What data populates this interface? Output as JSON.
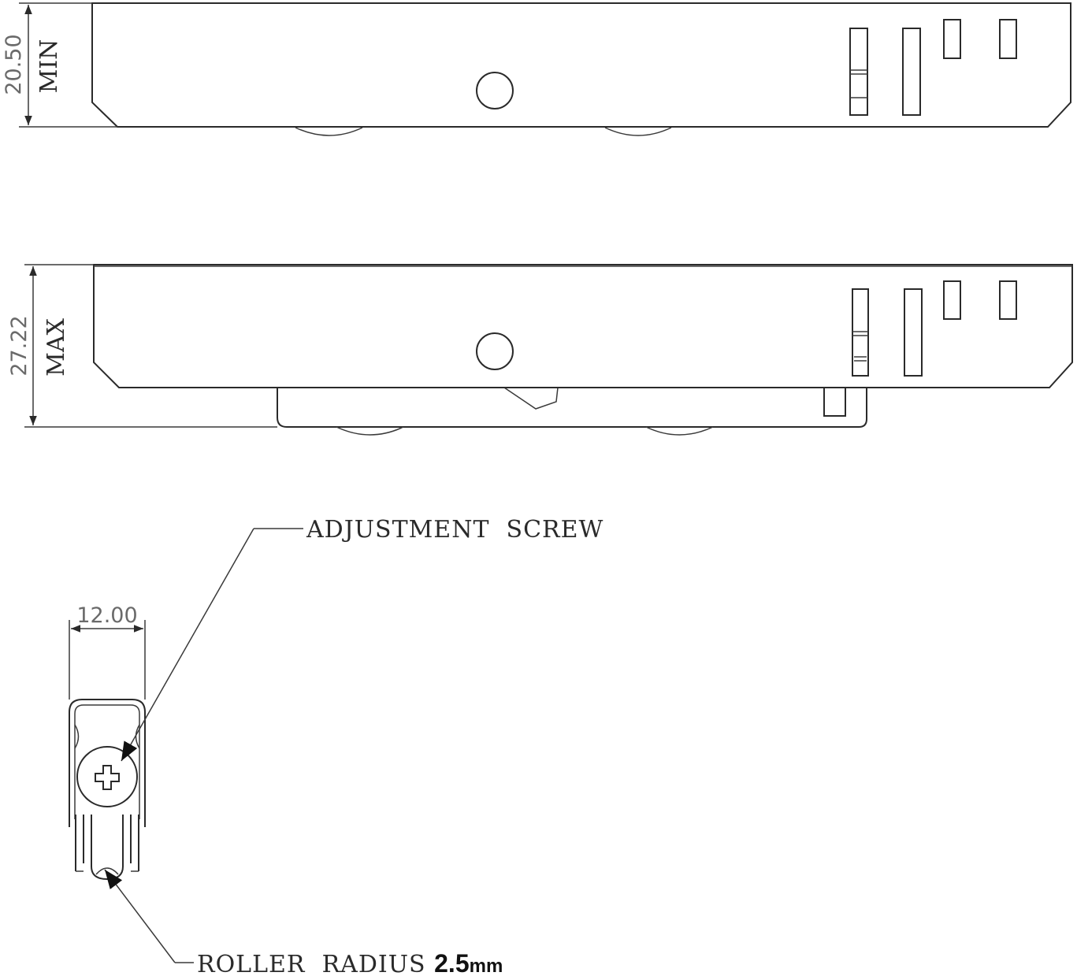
{
  "top_view": {
    "dimension": "20.50",
    "label": "MIN"
  },
  "bottom_view": {
    "dimension": "27.22",
    "label": "MAX"
  },
  "end_view": {
    "width_dimension": "12.00"
  },
  "callouts": {
    "adjustment_screw": "ADJUSTMENT  SCREW",
    "roller_radius_label": "ROLLER  RADIUS ",
    "roller_radius_value": "2.5",
    "roller_radius_unit": "mm"
  }
}
